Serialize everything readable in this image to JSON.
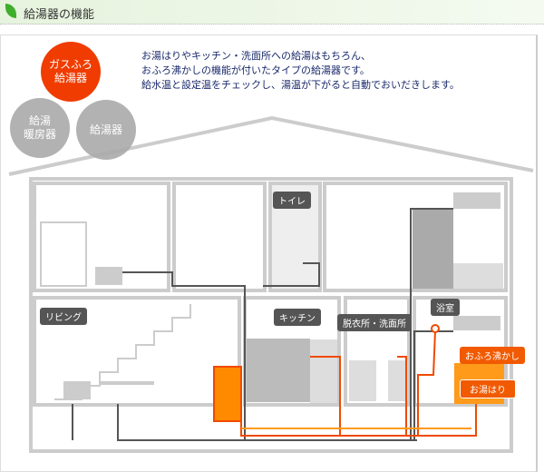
{
  "header": {
    "title": "給湯器の機能",
    "icon": "leaf-icon"
  },
  "types": [
    {
      "label": "ガスふろ\n給湯器",
      "color": "#f03c00",
      "active": true
    },
    {
      "label": "給湯\n暖房器",
      "color": "#aaaaaa",
      "active": false
    },
    {
      "label": "給湯器",
      "color": "#aaaaaa",
      "active": false
    }
  ],
  "description": [
    "お湯はりやキッチン・洗面所への給湯はもちろん、",
    "おふろ沸かしの機能が付いたタイプの給湯器です。",
    "給水温と設定温をチェックし、湯温が下がると自動でおいだきします。"
  ],
  "rooms": {
    "toilet": "トイレ",
    "living": "リビング",
    "kitchen": "キッチン",
    "washroom": "脱衣所・洗面所",
    "bathroom": "浴室"
  },
  "functions": {
    "reheat": "おふろ沸かし",
    "fill": "お湯はり"
  },
  "colors": {
    "hot": "#f04a00",
    "warm": "#ff9a1a",
    "cold": "#555555",
    "wall": "#cccccc"
  }
}
